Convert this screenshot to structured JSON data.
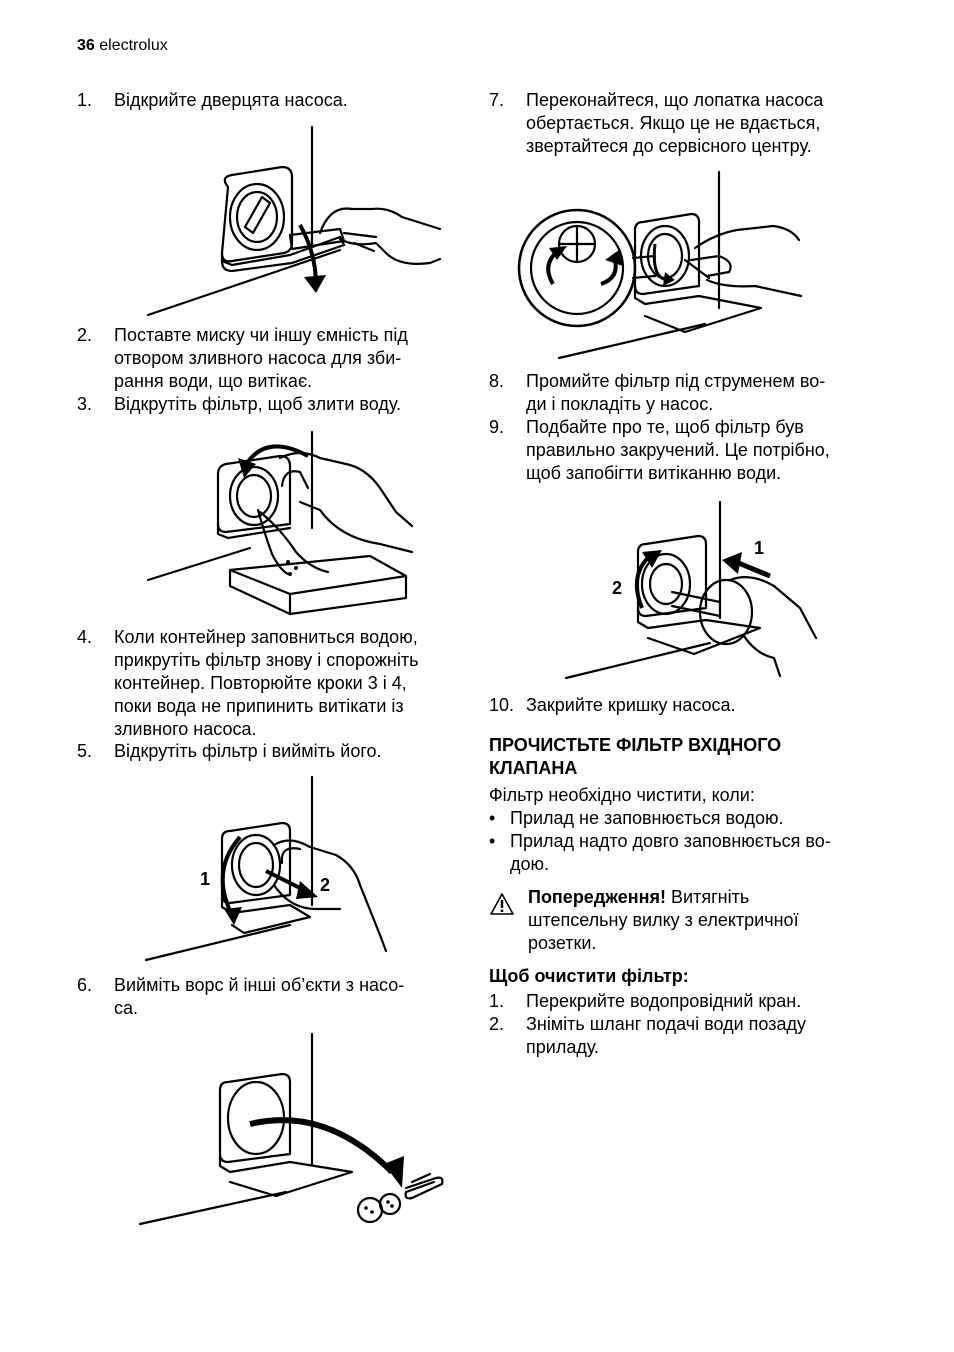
{
  "header": {
    "page_number": "36",
    "brand": "electrolux"
  },
  "left_steps": [
    {
      "num": "1.",
      "lines": [
        "Відкрийте дверцята насоса."
      ]
    },
    {
      "num": "2.",
      "lines": [
        "Поставте миску чи іншу ємність під",
        "отвором зливного насоса для зби-",
        "рання води, що витікає."
      ]
    },
    {
      "num": "3.",
      "lines": [
        "Відкрутіть фільтр, щоб злити воду."
      ]
    },
    {
      "num": "4.",
      "lines": [
        "Коли контейнер заповниться водою,",
        "прикрутіть фільтр знову і спорожніть",
        "контейнер. Повторюйте кроки 3 і 4,",
        "поки вода не припинить витікати із",
        "зливного насоса."
      ]
    },
    {
      "num": "5.",
      "lines": [
        "Відкрутіть фільтр і вийміть його."
      ]
    },
    {
      "num": "6.",
      "lines": [
        "Вийміть ворс й інші об’єкти з насо-",
        "са."
      ]
    }
  ],
  "right_steps": [
    {
      "num": "7.",
      "lines": [
        "Переконайтеся, що лопатка насоса",
        "обертається. Якщо це не вдається,",
        "звертайтеся до сервісного центру."
      ]
    },
    {
      "num": "8.",
      "lines": [
        "Промийте фільтр під струменем во-",
        "ди і покладіть у насос."
      ]
    },
    {
      "num": "9.",
      "lines": [
        "Подбайте про те, щоб фільтр був",
        "правильно закручений. Це потрібно,",
        "щоб запобігти витіканню води."
      ]
    },
    {
      "num": "10.",
      "lines": [
        "Закрийте кришку насоса."
      ]
    }
  ],
  "fig_labels": {
    "fig5_one": "1",
    "fig5_two": "2",
    "fig9_one": "1",
    "fig9_two": "2"
  },
  "section": {
    "heading_lines": [
      "ПРОЧИСТЬТЕ ФІЛЬТР ВХІДНОГО",
      "КЛАПАНА"
    ],
    "intro": "Фільтр необхідно чистити, коли:",
    "bullets": [
      {
        "lines": [
          "Прилад не заповнюється водою."
        ]
      },
      {
        "lines": [
          "Прилад надто довго заповнюється во-",
          "дою."
        ]
      }
    ],
    "warning": {
      "label": "Попередження!",
      "line1_rest": " Витягніть",
      "lines": [
        "штепсельну вилку з електричної",
        "розетки."
      ]
    },
    "subheading": "Щоб очистити фільтр:",
    "steps": [
      {
        "num": "1.",
        "lines": [
          "Перекрийте водопровідний кран."
        ]
      },
      {
        "num": "2.",
        "lines": [
          "Зніміть шланг подачі води позаду",
          "приладу."
        ]
      }
    ]
  },
  "colors": {
    "ink": "#000000",
    "paper": "#ffffff",
    "hand_fill": "#ffffff",
    "shade": "#d8d8d8"
  },
  "icons": {
    "warning": "warning-triangle-icon",
    "bullet": "•"
  }
}
